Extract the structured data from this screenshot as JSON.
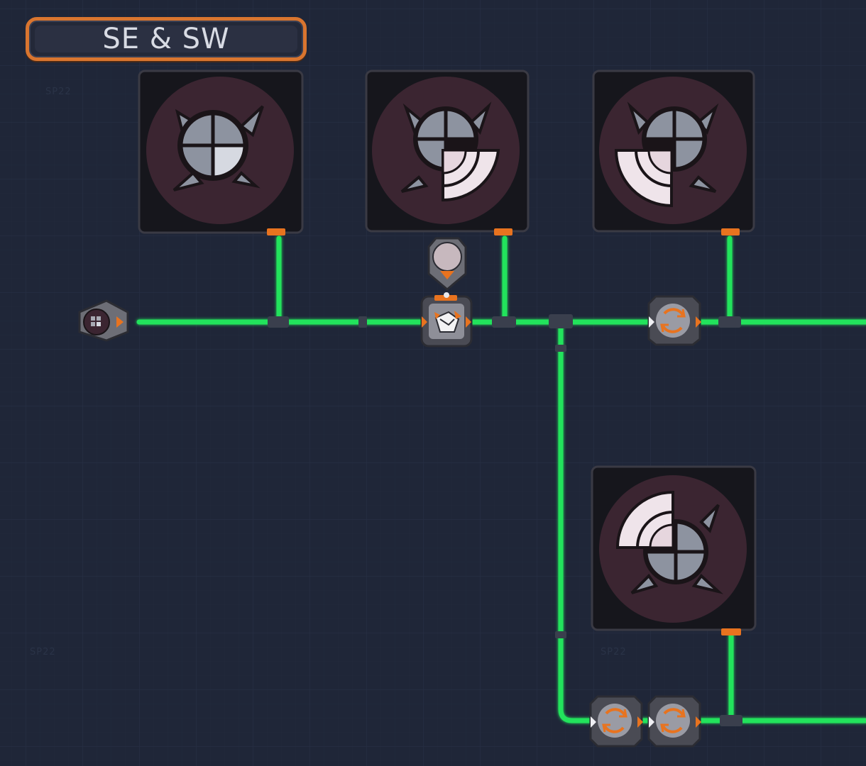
{
  "sign": {
    "title": "SE & SW"
  },
  "grid_labels": [
    "SP22",
    "SP22",
    "SP22"
  ],
  "nodes": {
    "source": {
      "icon": "shape-source-icon"
    },
    "display_top_left": {
      "icon": "circle-full-hole-quarter-icon"
    },
    "display_top_mid": {
      "icon": "circle-se-quarter-icon"
    },
    "display_top_right": {
      "icon": "circle-sw-quarter-icon"
    },
    "display_bottom": {
      "icon": "circle-nw-quarter-icon"
    },
    "cutter": {
      "icon": "quarter-cutter-icon"
    },
    "paint_input": {
      "icon": "paint-input-icon"
    },
    "rotator_1": {
      "icon": "rotate-icon"
    },
    "rotator_2": {
      "icon": "rotate-icon"
    },
    "rotator_3": {
      "icon": "rotate-icon"
    }
  },
  "colors": {
    "background": "#1f2638",
    "belt": "#20e05a",
    "accent_orange": "#d9752f",
    "display_frame": "#16161c",
    "disc": "#3b2531",
    "shape_gray": "#8d93a0",
    "shape_white": "#efe4ea"
  }
}
